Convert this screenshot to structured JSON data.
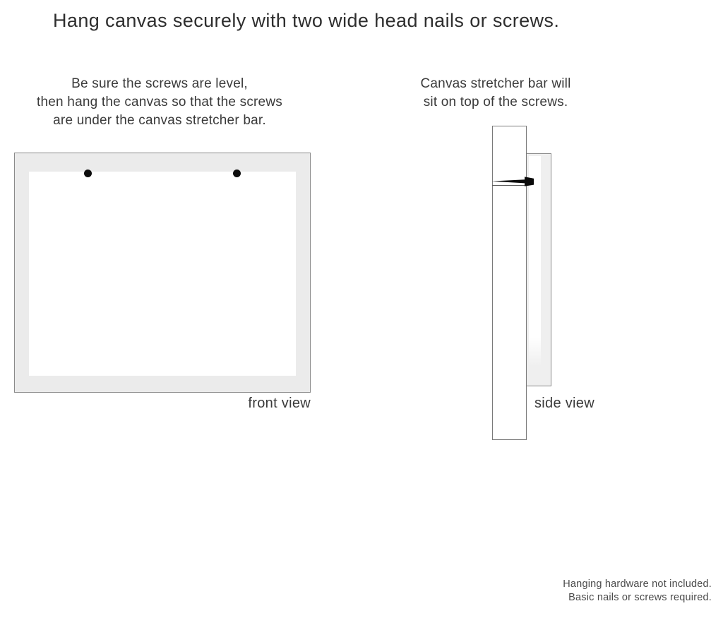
{
  "title": "Hang canvas securely with two wide head nails or screws.",
  "front_view": {
    "caption_lines": [
      "Be sure the screws are level,",
      "then hang the canvas so that the screws",
      "are under the canvas stretcher bar."
    ],
    "label": "front view",
    "screw_count": 2
  },
  "side_view": {
    "caption_lines": [
      "Canvas stretcher bar will",
      "sit on top of the screws."
    ],
    "label": "side view"
  },
  "footer": {
    "lines": [
      "Hanging hardware not included.",
      "Basic nails or screws required."
    ]
  },
  "colors": {
    "background": "#ffffff",
    "text": "#3a3a3a",
    "frame_fill": "#ebebeb",
    "frame_border": "#8a8a8a",
    "nail": "#000000"
  }
}
